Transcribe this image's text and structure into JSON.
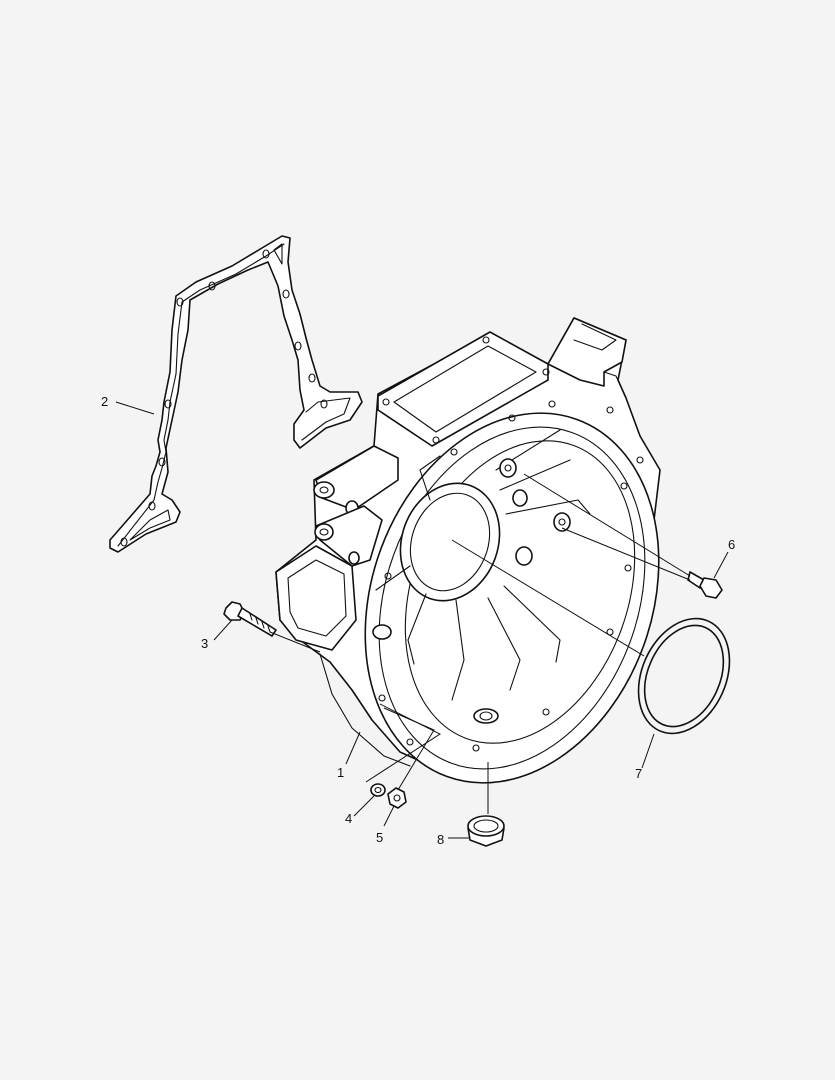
{
  "callouts": [
    {
      "id": "flywheel-housing",
      "label": "1"
    },
    {
      "id": "gasket",
      "label": "2"
    },
    {
      "id": "bolt",
      "label": "3"
    },
    {
      "id": "washer",
      "label": "4"
    },
    {
      "id": "nut",
      "label": "5"
    },
    {
      "id": "plug-screw",
      "label": "6"
    },
    {
      "id": "o-ring",
      "label": "7"
    },
    {
      "id": "sealing-cap",
      "label": "8"
    }
  ],
  "colors": {
    "background": "#f4f4f4",
    "line": "#111111",
    "part_fill": "#ffffff"
  }
}
